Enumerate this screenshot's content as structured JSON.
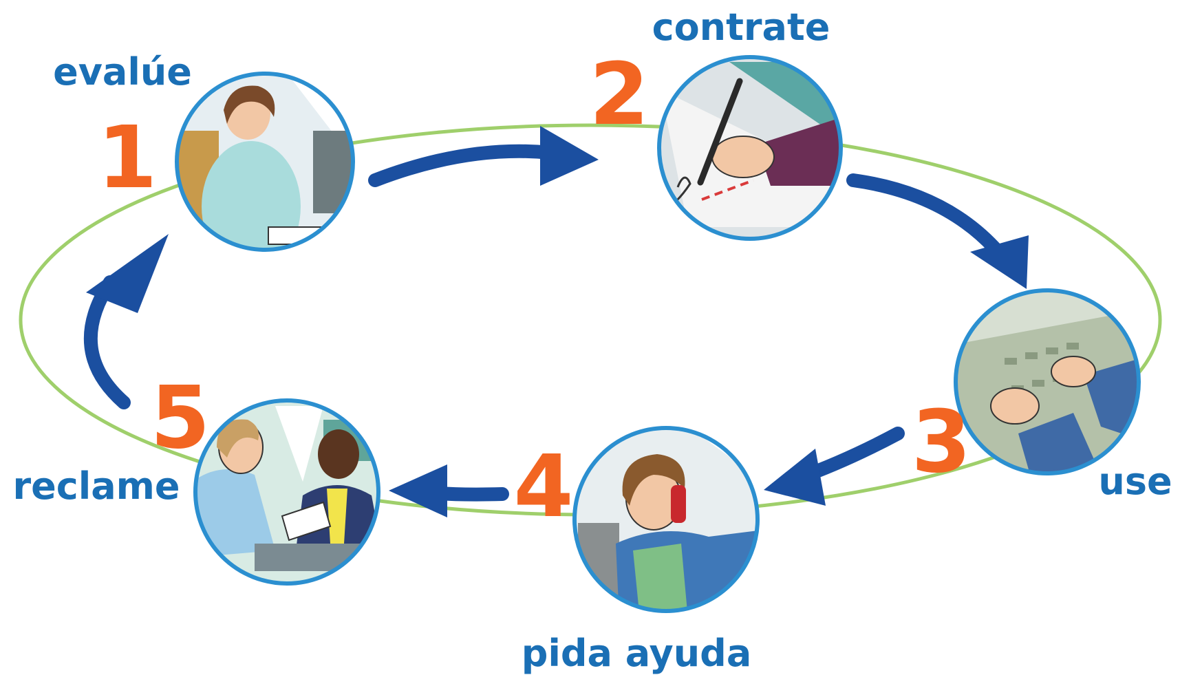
{
  "colors": {
    "label_blue": "#1a6fb5",
    "number_orange": "#f26522",
    "arrow_blue": "#1b4fa0",
    "ellipse_green": "#9fcf6b",
    "circle_border": "#2b8fd0"
  },
  "steps": [
    {
      "number": "1",
      "label": "evalúe",
      "icon": "woman-at-computer-icon"
    },
    {
      "number": "2",
      "label": "contrate",
      "icon": "hand-signing-contract-icon"
    },
    {
      "number": "3",
      "label": "use",
      "icon": "hands-typing-keyboard-icon"
    },
    {
      "number": "4",
      "label": "pida ayuda",
      "icon": "man-on-phone-icon"
    },
    {
      "number": "5",
      "label": "reclame",
      "icon": "customer-at-counter-icon"
    }
  ]
}
